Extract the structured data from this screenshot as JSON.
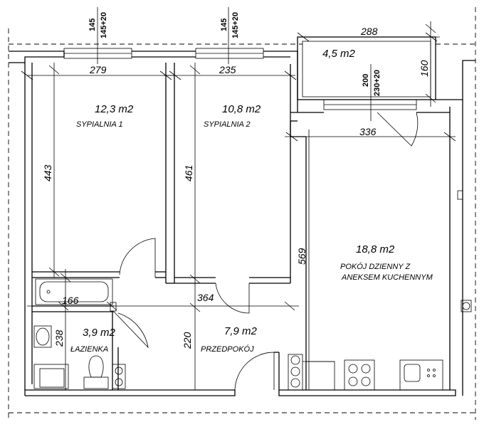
{
  "rooms": [
    {
      "id": "sypialnia1",
      "area": "12,3 m2",
      "name": "SYPIALNIA 1"
    },
    {
      "id": "sypialnia2",
      "area": "10,8 m2",
      "name": "SYPIALNIA 2"
    },
    {
      "id": "balcony",
      "area": "4,5 m2",
      "name": ""
    },
    {
      "id": "pokoj",
      "area": "18,8 m2",
      "name_line1": "POKÓJ DZIENNY Z",
      "name_line2": "ANEKSEM KUCHENNYM"
    },
    {
      "id": "lazienka",
      "area": "3,9 m2",
      "name": "ŁAZIENKA"
    },
    {
      "id": "przedpokoj",
      "area": "7,9 m2",
      "name": "PRZEDPOKÓJ"
    }
  ],
  "dimensions": {
    "syp1_width": "279",
    "syp2_width": "235",
    "balcony_width": "288",
    "balcony_depth": "160",
    "pokoj_width": "336",
    "syp1_depth": "443",
    "syp2_depth": "461",
    "pokoj_depth": "569",
    "bath_width": "166",
    "hall_width": "364",
    "bath_depth": "238",
    "hall_depth": "220"
  },
  "windows": {
    "w1_a": "145",
    "w1_b": "145+20",
    "w2_a": "145",
    "w2_b": "145+20",
    "w3_a": "200",
    "w3_b": "230+20"
  }
}
